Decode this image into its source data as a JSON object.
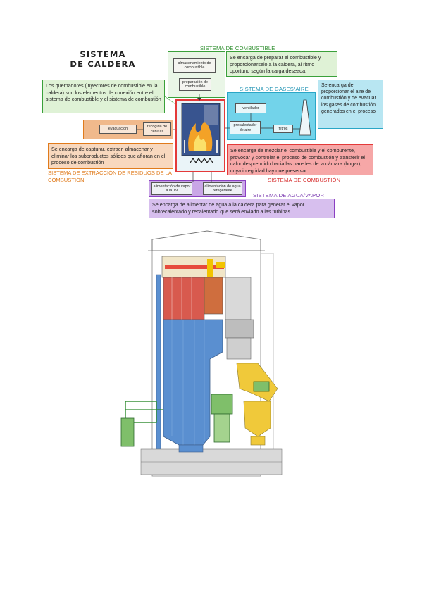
{
  "title": {
    "line1": "SISTEMA",
    "line2": "DE CALDERA"
  },
  "combustible": {
    "label": "SISTEMA DE COMBUSTIBLE",
    "desc": "Se encarga de preparar el combustible y proporcionarselo a la caldera, al ritmo oportuno según la carga deseada.",
    "mini1": "almacenamiento de combustible",
    "mini2": "preparación de combustible"
  },
  "quemadores": {
    "desc": "Los quemadores (inyectores de combustible en la caldera) son los elementos de conexión entre el sistema de combustible y el sistema de combustión"
  },
  "gases": {
    "label": "SISTEMA DE GASES/AIRE",
    "desc": "Se encarga de proporcionar el aire de combustión y de evacuar los gases de combustión generados en el proceso",
    "mini_ventilador": "ventilador",
    "mini_precalentador": "precalentador de aire",
    "mini_filtros": "filtros"
  },
  "extraccion": {
    "label": "SISTEMA DE EXTRACCIÓN DE RESIDUOS DE LA COMBUSTIÓN",
    "desc": "Se encarga de capturar, extraer, almacenar y eliminar los subproductos sólidos que afloran en el proceso de combustión",
    "mini_evacuacion": "evacuación",
    "mini_recogida": "recogida de cenizas"
  },
  "combustion": {
    "label": "SISTEMA DE COMBUSTIÓN",
    "desc": "Se encarga de mezclar el combustible y el comburente, provocar y controlar el proceso de combustión y transferir el calor desprendido hacia las paredes de la cámara (hogar), cuya integridad hay que preservar"
  },
  "agua": {
    "label": "SISTEMA DE AGUA/VAPOR",
    "desc": "Se encarga de alimentar de agua a la caldera para generar el vapor sobrecalentado y recalentado que será enviado a las turbinas",
    "mini1": "alimentación de vapor a la TV",
    "mini2": "alimentación de agua refrigerante"
  },
  "colors": {
    "combustible": "#3aa03a",
    "gases": "#2aa6c6",
    "extraccion": "#e07b1c",
    "combustion": "#e43a3a",
    "agua": "#8a3fc2"
  }
}
